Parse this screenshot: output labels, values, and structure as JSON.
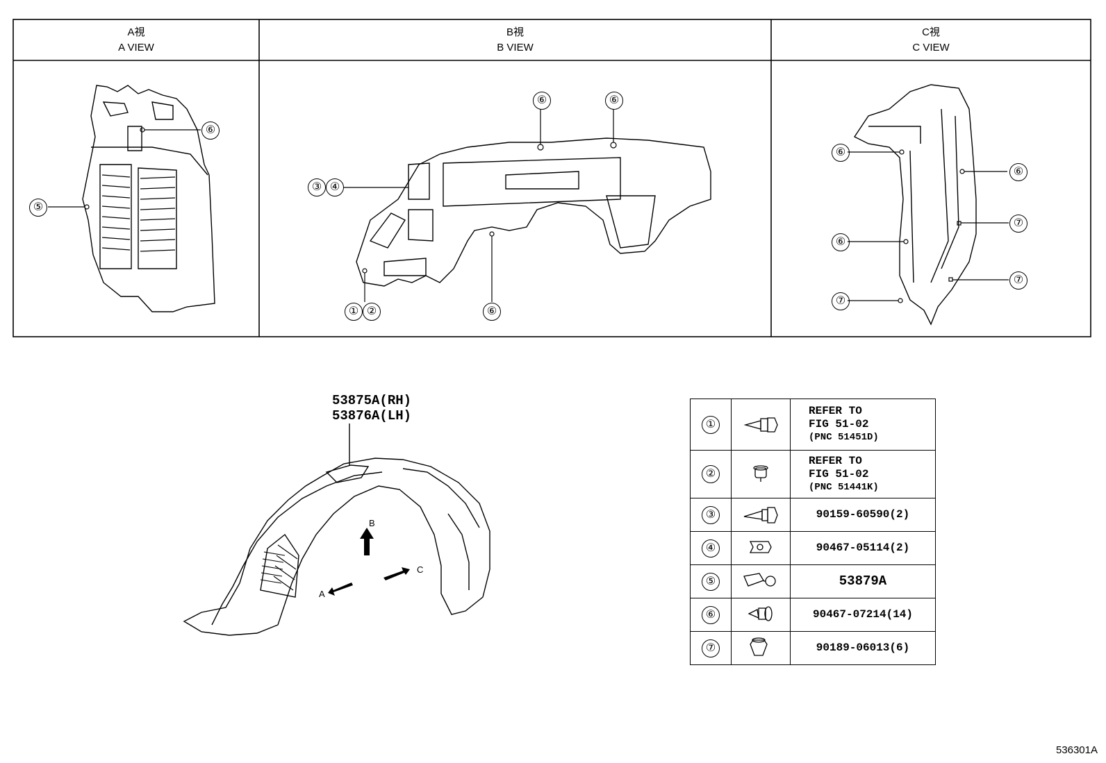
{
  "views": [
    {
      "jp": "A視",
      "en": "A VIEW"
    },
    {
      "jp": "B視",
      "en": "B VIEW"
    },
    {
      "jp": "C視",
      "en": "C VIEW"
    }
  ],
  "callouts": {
    "c1": "①",
    "c2": "②",
    "c3": "③",
    "c4": "④",
    "c5": "⑤",
    "c6": "⑥",
    "c7": "⑦"
  },
  "part_number": {
    "rh": "53875A(RH)",
    "lh": "53876A(LH)"
  },
  "arrows": {
    "a": "A",
    "b": "B",
    "c": "C"
  },
  "legend": [
    {
      "num": "①",
      "icon": "tapping-screw-icon",
      "line1": "REFER TO",
      "line2": "FIG 51-02",
      "line3": "(PNC 51451D)"
    },
    {
      "num": "②",
      "icon": "clip-nut-icon",
      "line1": "REFER TO",
      "line2": "FIG 51-02",
      "line3": "(PNC 51441K)"
    },
    {
      "num": "③",
      "icon": "screw-icon",
      "text": "90159-60590(2)"
    },
    {
      "num": "④",
      "icon": "u-nut-icon",
      "text": "90467-05114(2)"
    },
    {
      "num": "⑤",
      "icon": "bracket-clip-icon",
      "text": "53879A"
    },
    {
      "num": "⑥",
      "icon": "push-clip-icon",
      "text": "90467-07214(14)"
    },
    {
      "num": "⑦",
      "icon": "grommet-icon",
      "text": "90189-06013(6)"
    }
  ],
  "figure_id": "536301A"
}
